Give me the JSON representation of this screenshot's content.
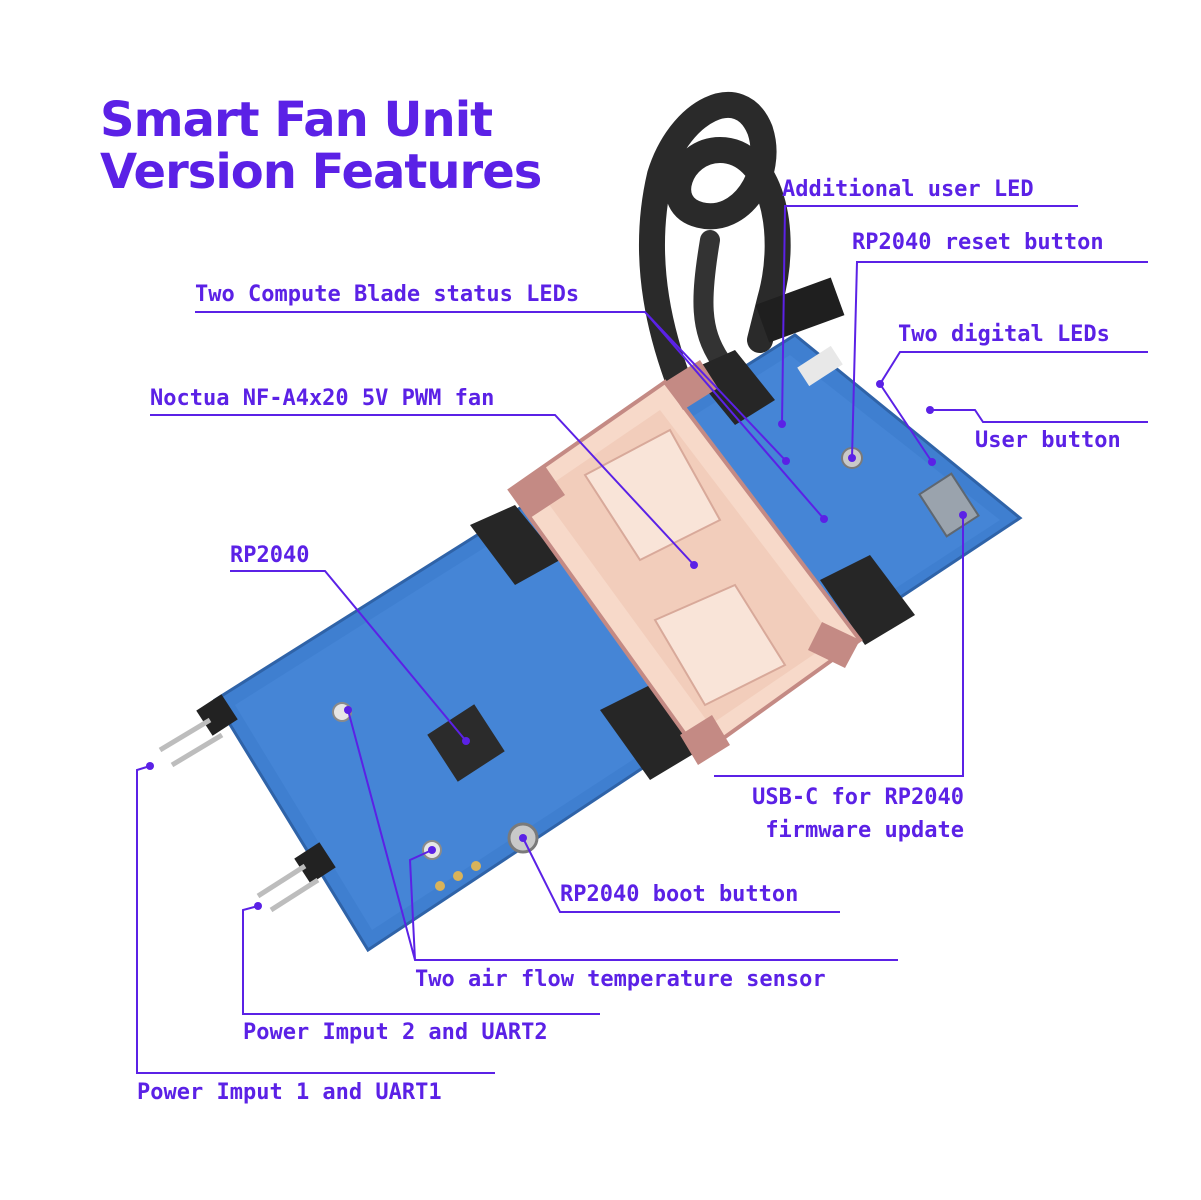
{
  "title": {
    "line1": "Smart Fan Unit",
    "line2": "Version Features"
  },
  "colors": {
    "accent": "#5b21e6",
    "pcb_blue": "#3f7fd0",
    "fan_body": "#f7d9c9",
    "fan_corner": "#c48a84",
    "cable": "#2a2a2a"
  },
  "callouts": {
    "additional_user_led": "Additional user LED",
    "reset_button": "RP2040 reset button",
    "status_leds": "Two Compute Blade status LEDs",
    "digital_leds": "Two digital LEDs",
    "fan": "Noctua NF-A4x20 5V PWM fan",
    "user_button": "User button",
    "rp2040": "RP2040",
    "usbc_line1": "USB-C for RP2040",
    "usbc_line2": "firmware update",
    "boot_button": "RP2040 boot button",
    "air_flow_sensor": "Two air flow temperature sensor",
    "power_input_2": "Power Imput 2 and UART2",
    "power_input_1": "Power Imput 1 and UART1"
  }
}
